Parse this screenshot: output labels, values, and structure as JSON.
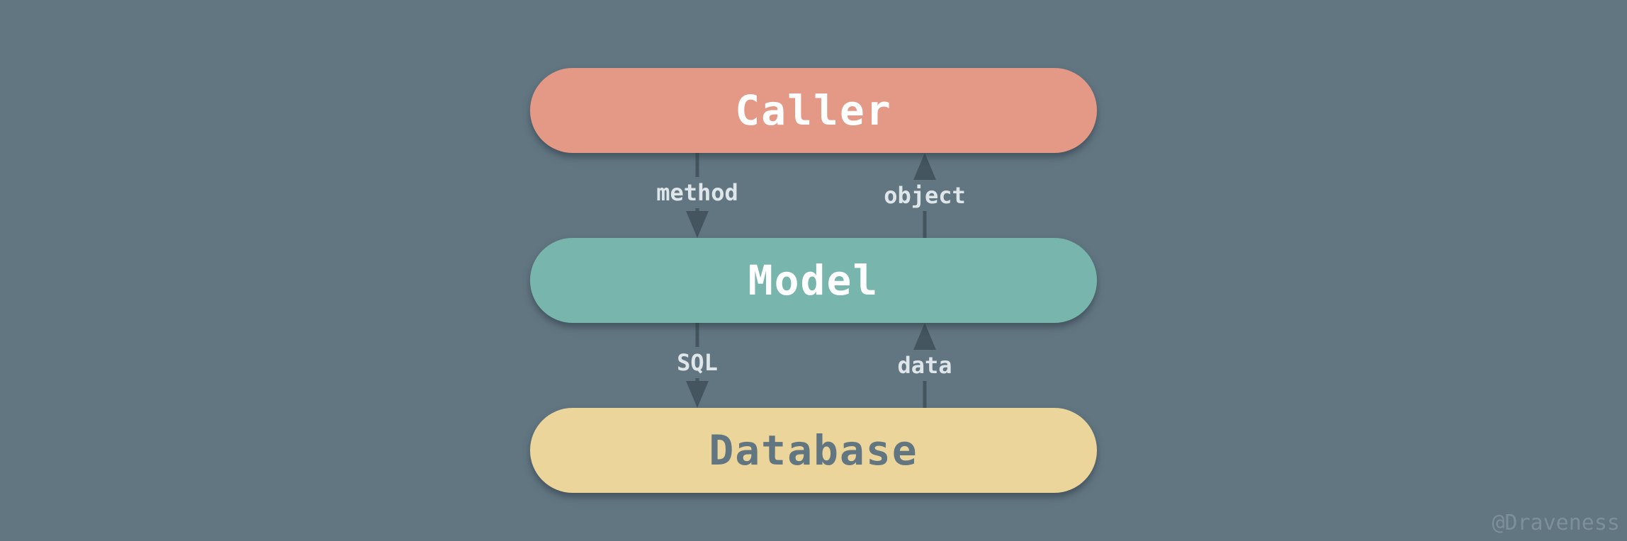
{
  "nodes": {
    "caller": "Caller",
    "model": "Model",
    "database": "Database"
  },
  "edges": {
    "method": "method",
    "object": "object",
    "sql": "SQL",
    "data": "data"
  },
  "watermark": "@Draveness",
  "colors": {
    "background": "#627682",
    "caller": "#e39985",
    "model": "#78b5ad",
    "database": "#ebd59a",
    "arrow": "#44555f"
  }
}
